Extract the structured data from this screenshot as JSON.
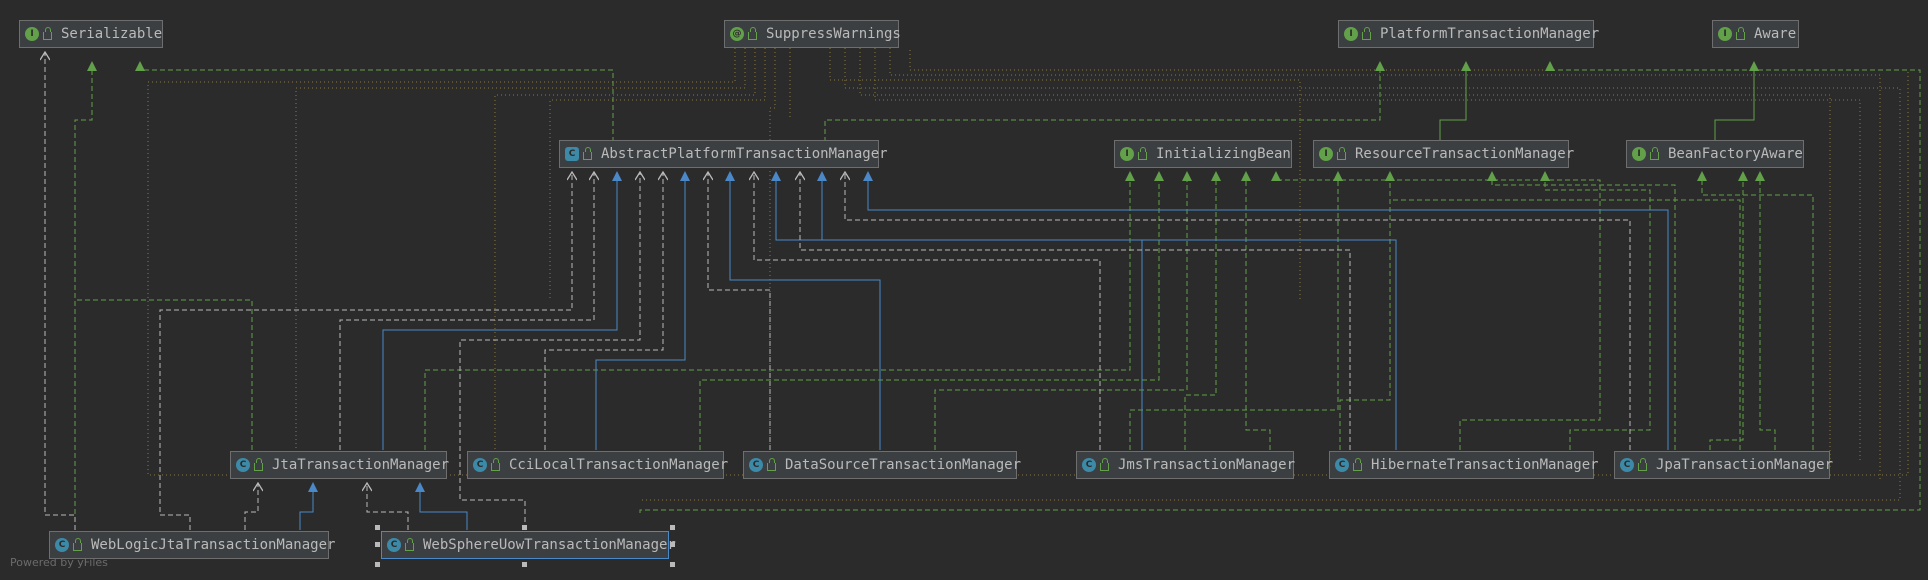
{
  "nodes": {
    "serializable": {
      "label": "Serializable",
      "kind": "interface"
    },
    "suppress_warnings": {
      "label": "SuppressWarnings",
      "kind": "annotation"
    },
    "platform_tm": {
      "label": "PlatformTransactionManager",
      "kind": "interface"
    },
    "aware": {
      "label": "Aware",
      "kind": "interface"
    },
    "abstract_ptm": {
      "label": "AbstractPlatformTransactionManager",
      "kind": "abstract-class"
    },
    "initializing_bean": {
      "label": "InitializingBean",
      "kind": "interface"
    },
    "resource_tm": {
      "label": "ResourceTransactionManager",
      "kind": "interface"
    },
    "bean_factory_aware": {
      "label": "BeanFactoryAware",
      "kind": "interface"
    },
    "jta_tm": {
      "label": "JtaTransactionManager",
      "kind": "class"
    },
    "cci_tm": {
      "label": "CciLocalTransactionManager",
      "kind": "class"
    },
    "ds_tm": {
      "label": "DataSourceTransactionManager",
      "kind": "class"
    },
    "jms_tm": {
      "label": "JmsTransactionManager",
      "kind": "class"
    },
    "hibernate_tm": {
      "label": "HibernateTransactionManager",
      "kind": "class"
    },
    "jpa_tm": {
      "label": "JpaTransactionManager",
      "kind": "class"
    },
    "weblogic_tm": {
      "label": "WebLogicJtaTransactionManager",
      "kind": "class"
    },
    "websphere_tm": {
      "label": "WebSphereUowTransactionManager",
      "kind": "class",
      "selected": true
    }
  },
  "footer": "Powered by yFiles",
  "colors": {
    "background": "#2b2b2b",
    "implements_edge": "#62a04a",
    "extends_edge": "#4a88c7",
    "dependency_edge": "#bababa",
    "annotation_edge": "#8a7a3a"
  }
}
